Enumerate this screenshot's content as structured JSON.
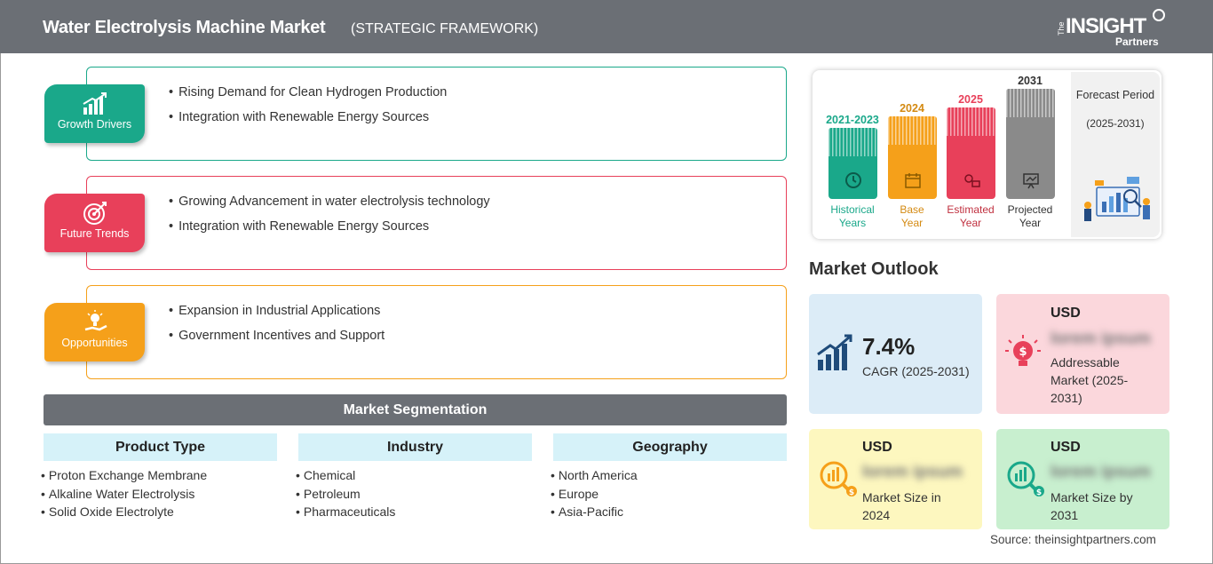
{
  "header": {
    "title": "Water Electrolysis Machine Market",
    "subtitle": "(STRATEGIC FRAMEWORK)",
    "logo": {
      "the": "The",
      "brand": "INSIGHT",
      "partners": "Partners"
    }
  },
  "framework": [
    {
      "label": "Growth Drivers",
      "color": "#1aa88a",
      "icon": "growth-chart-icon",
      "items": [
        "Rising Demand for Clean Hydrogen Production",
        "Integration with Renewable Energy Sources"
      ]
    },
    {
      "label": "Future Trends",
      "color": "#e8405a",
      "icon": "target-icon",
      "items": [
        "Growing Advancement in water electrolysis technology",
        "Integration with Renewable Energy Sources"
      ]
    },
    {
      "label": "Opportunities",
      "color": "#f5a01a",
      "icon": "lightbulb-hand-icon",
      "items": [
        "Expansion in Industrial Applications",
        "Government Incentives and Support"
      ]
    }
  ],
  "segmentation": {
    "title": "Market Segmentation",
    "columns": [
      {
        "head": "Product Type",
        "items": [
          "Proton Exchange Membrane",
          "Alkaline Water Electrolysis",
          "Solid Oxide Electrolyte"
        ]
      },
      {
        "head": "Industry",
        "items": [
          "Chemical",
          "Petroleum",
          "Pharmaceuticals"
        ]
      },
      {
        "head": "Geography",
        "items": [
          "North America",
          "Europe",
          "Asia-Pacific"
        ]
      }
    ]
  },
  "timeline": {
    "bars": [
      {
        "year": "2021-2023",
        "caption1": "Historical",
        "caption2": "Years",
        "color": "#1aa88a",
        "icon": "history-icon"
      },
      {
        "year": "2024",
        "caption1": "Base",
        "caption2": "Year",
        "color": "#f5a01a",
        "icon": "calendar-icon"
      },
      {
        "year": "2025",
        "caption1": "Estimated",
        "caption2": "Year",
        "color": "#e8405a",
        "icon": "estimate-icon"
      },
      {
        "year": "2031",
        "caption1": "Projected",
        "caption2": "Year",
        "color": "#8a8a8a",
        "icon": "presentation-icon"
      }
    ],
    "forecast_label": "Forecast Period",
    "forecast_range": "(2025-2031)"
  },
  "outlook": {
    "title": "Market Outlook",
    "cagr": {
      "value": "7.4%",
      "label": "CAGR (2025-2031)",
      "bg": "#dcecf7"
    },
    "addressable": {
      "usd": "USD",
      "blurred": "lorem ipsum",
      "label": "Addressable Market (2025-2031)",
      "bg": "#fbd7dc"
    },
    "size2024": {
      "usd": "USD",
      "blurred": "lorem ipsum",
      "label": "Market Size in 2024",
      "bg": "#fdf7bf"
    },
    "size2031": {
      "usd": "USD",
      "blurred": "lorem ipsum",
      "label": "Market Size by 2031",
      "bg": "#c8efcf"
    }
  },
  "source": "Source: theinsightpartners.com"
}
